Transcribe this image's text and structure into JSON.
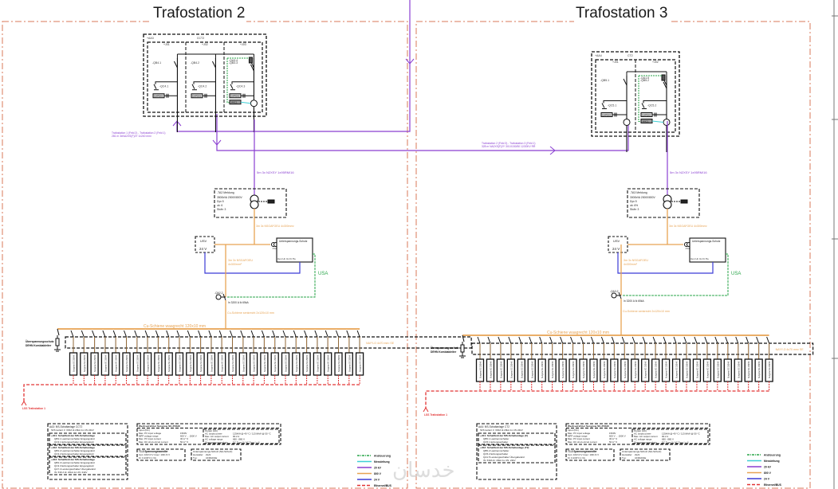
{
  "colors": {
    "frame": "#d9785a",
    "mv": "#8a3fd1",
    "lv": "#e7a353",
    "dc": "#3b3bd6",
    "measure": "#3fd0d6",
    "control": "#2aa64a",
    "bus": "#e23434",
    "black": "#111111"
  },
  "legend": [
    {
      "label": "Ansteuerung",
      "color": "#2aa64a",
      "style": "dashdot"
    },
    {
      "label": "Messleitung",
      "color": "#3fd0d6",
      "style": "solid"
    },
    {
      "label": "20 kV",
      "color": "#8a3fd1",
      "style": "solid"
    },
    {
      "label": "800 V",
      "color": "#e7a353",
      "style": "solid"
    },
    {
      "label": "24 V",
      "color": "#3b3bd6",
      "style": "solid"
    },
    {
      "label": "Ethernet/BUS",
      "color": "#e23434",
      "style": "dashed"
    }
  ],
  "watermark": "خدسان",
  "stations": [
    {
      "title": "Trafostation 2",
      "switchgear": {
        "label_left": "+AA3",
        "label_center": "CCT2",
        "fields": [
          {
            "label": "+J01",
            "breaker": "-QB4.1",
            "earth": "-QC4.1",
            "cap": "CAPDIS"
          },
          {
            "label": "+J02",
            "breaker": "-QB4.2",
            "earth": "-QC4.2",
            "cap": "CAPDIS"
          },
          {
            "label": "+J03",
            "breaker": "-QB3.3",
            "earth": "-QC4.3",
            "cap": "CAPDIS",
            "relay": "-QA3.4",
            "prot": "WIC1"
          }
        ]
      },
      "cable_in": {
        "line1": "Trafostation 1 (Feld 2) - Trafostation 2 (Feld 1)",
        "line2": "281 m 3xNA2XS(F)2Y 1x240 mm²"
      },
      "mv_cable": "5m 3x N2XSY  1x95RM/16",
      "transformer": {
        "name": "-TA2 Meldung",
        "lines": [
          "3500kVA 20000/800V",
          "Dyn 5",
          "uk: 6",
          "Stufe: 3"
        ]
      },
      "lv_cable_1": "3m 3x NSGAFOEU 4x300mm²",
      "lv_cable_2": [
        "3m 3x NSGAFOEU",
        "4x300mm²"
      ],
      "ups": {
        "name": "USV",
        "voltage": "24 V"
      },
      "ct": "-TA2",
      "protection": {
        "title": "Unterspannungs-Schutz",
        "ports": "Uen Un Ux Fr Pe"
      },
      "usa": "USA",
      "main_breaker": {
        "name": "-QA2.2",
        "rating": "In 3200 A Ik 65kA"
      },
      "busbar_v": "Cu-Schiene senkrecht 2x120x10 mm",
      "busbar_h": "Cu-Schiene waagrecht 120x10 mm",
      "cable_lv": "NAYY-O 4x70 mm² SE",
      "surge": [
        "Überspannungsschutz",
        "DEHN Kombiableiter"
      ],
      "inverter_count": 28,
      "inverter_label": "Sungrow SG 250HX",
      "bus_label": "LSS Trafostation 1",
      "info_switchgear": {
        "head": [
          "AA3: MS-Schaltanlage CCT2",
          "SF6 isoliert Ir: 630A   Ik 20kA 1s UN 24kV"
        ],
        "groups": [
          {
            "head": "+J01: Schaltfeld der MS-Schaltanlage",
            "items": [
              "QB3.1 Lasttrennschalter Eingangsfeld",
              "QC3.1 Erdungsschalter Eingangsfeld"
            ]
          },
          {
            "head": "+J02: Schaltfeld der MS-Schaltanlage",
            "items": [
              "QB3.2 Lasttrennschalter Eingangsfeld",
              "QC3.2 Erdungsschalter Eingangsfeld"
            ]
          },
          {
            "head": "+J03: Schaltfeld der MS-Schaltanlage",
            "items": [
              "QB3.3 Lasttrennschalter Eingangsfeld",
              "QC3.3 Erdungsschalter Eingangsfeld",
              "QA7.4 Leistungsschalter Übergabefeld",
              "IN: 630 A  Ik: 20kA 1s UN: 24kV"
            ]
          }
        ]
      },
      "info_inverter": {
        "head": "Wechselrichter Sungrow SG 250HX",
        "input_head": "Input (DC)",
        "input": [
          [
            "Max. PV input voltage",
            "1500V"
          ],
          [
            "MPP voltage range",
            "600 V ... 1500 V"
          ],
          [
            "Max. PV input current",
            "30 A * 6"
          ],
          [
            "Max. DC short-circuit current",
            "50 A * 6"
          ]
        ],
        "output_head": "Output (AC)",
        "output": [
          [
            "AC output power",
            "125kVA @ 40 °C / 113.6kVA @ 50 °C"
          ],
          [
            "Max. AC output current",
            "90.2 A"
          ],
          [
            "AC voltage range",
            "680 - 880 V"
          ],
          [
            "Überspannungsschutz",
            "DC Type II / AC Type I + II"
          ]
        ]
      },
      "info_ups": {
        "head": "T1.3 Spannungswandler",
        "lines": [
          "Upn: 100/√3 V     Usec: 100/√3 V",
          "Kl. 0.2/3P  0.1 VA"
        ]
      },
      "info_prot": {
        "head": "Unterspannungs-Schutz (NA-Schutz)",
        "lines": [
          [
            "Hersteller:",
            "Ziehl"
          ],
          [
            "Typ:",
            "UFR1001E"
          ]
        ]
      }
    },
    {
      "title": "Trafostation 3",
      "switchgear": {
        "label_left": "+AA4",
        "label_center": "CT2",
        "fields": [
          {
            "label": "+J01",
            "breaker": "-QB5.1",
            "earth": "-QC5.1",
            "cap": "CAPDIS"
          },
          {
            "label": "+J02",
            "breaker": "-QB5.2",
            "earth": "-QC5.2",
            "cap": "CAPDIS",
            "relay": "-QA1.5",
            "prot": "WIC1"
          }
        ]
      },
      "cable_in": {
        "line1": "Trafostation 2 (Feld 3) - Trafostation 3 (Feld 1)",
        "line2": "328 m NA2XS(F)2Y 3X1X150/50 12/20KV RR"
      },
      "mv_cable": "5m 3x N2XSY  1x95RM/16",
      "transformer": {
        "name": "-TA3 Meldung",
        "lines": [
          "3000kVA 20000/800V",
          "Dyn 5",
          "uk: 6%",
          "Stufe: 3"
        ]
      },
      "lv_cable_1": "3m 3x NSGAFOEU 4x300mm²",
      "lv_cable_2": [
        "3m 3x NSGAFOEU",
        "4x300mm²"
      ],
      "ups": {
        "name": "USV",
        "voltage": "24 V"
      },
      "ct": "-TA3",
      "protection": {
        "title": "Unterspannungs-Schutz",
        "ports": "Uen Un Ux Fr Pe"
      },
      "usa": "USA",
      "main_breaker": {
        "name": "-QA3.2",
        "rating": "In 3200 A Ik 65kA"
      },
      "busbar_v": "Cu-Schiene senkrecht 2x120x10 mm",
      "busbar_h": "Cu-Schiene waagrecht 120x10 mm",
      "cable_lv": "NAYY-O 4x70 mm² SE",
      "surge": [
        "Überspannungsschutz",
        "DEHN Kombiableiter"
      ],
      "inverter_count": 29,
      "inverter_label": "Sungrow SG 250HX",
      "bus_label": "LSS Trafostation 1",
      "info_switchgear": {
        "head": [
          "AA4: MS-Schaltanlage CT2",
          "SF6 isoliert Ir: 630A   Ik 20kA 1s UN 24kV"
        ],
        "groups": [
          {
            "head": "+J01: Schaltfeld der MS-Schaltanlage (C)",
            "items": [
              "QB5.1 Lasttrennschalter",
              "QC5.1 Erdungsschalter"
            ]
          },
          {
            "head": "+J02: Schaltfeld der MS-Schaltanlage (T2)",
            "items": [
              "QB5.2 Lasttrennschalter",
              "QC5.2 Erdungsschalter",
              "QA1.5 Leistungsschalter Übergabefeld",
              "IN: 630A  Ik: 20kA 1s UN: 24kV"
            ]
          }
        ]
      },
      "info_inverter": {
        "head": "Wechselrichter Sungrow SG 250HX",
        "input_head": "Input (DC)",
        "input": [
          [
            "Max. PV input voltage",
            "1500V"
          ],
          [
            "MPP voltage range",
            "600 V ... 1500 V"
          ],
          [
            "Max. PV input current",
            "30 A * 6"
          ],
          [
            "Max. DC short-circuit current",
            "50 A * 6"
          ]
        ],
        "output_head": "Output (AC)",
        "output": [
          [
            "AC output power",
            "125kVA @ 40 °C / 113.6kVA @ 50 °C"
          ],
          [
            "Max. AC output current",
            "90.2 A"
          ],
          [
            "AC voltage range",
            "680 - 880 V"
          ],
          [
            "Überspannungsschutz",
            "DC Type II / AC Type I + II"
          ]
        ]
      },
      "info_ups": {
        "head": "T1.3 Spannungswandler",
        "lines": [
          "Upn: 100/√3 V     Usec: 100/√3 V",
          "Kl. 0.2/3P  0.1 VA"
        ]
      },
      "info_prot": {
        "head": "Unterspannungs-Schutz (NA-Schutz)",
        "lines": [
          [
            "Hersteller:",
            "Ziehl"
          ],
          [
            "Typ:",
            "UFR1001E"
          ]
        ]
      }
    }
  ]
}
